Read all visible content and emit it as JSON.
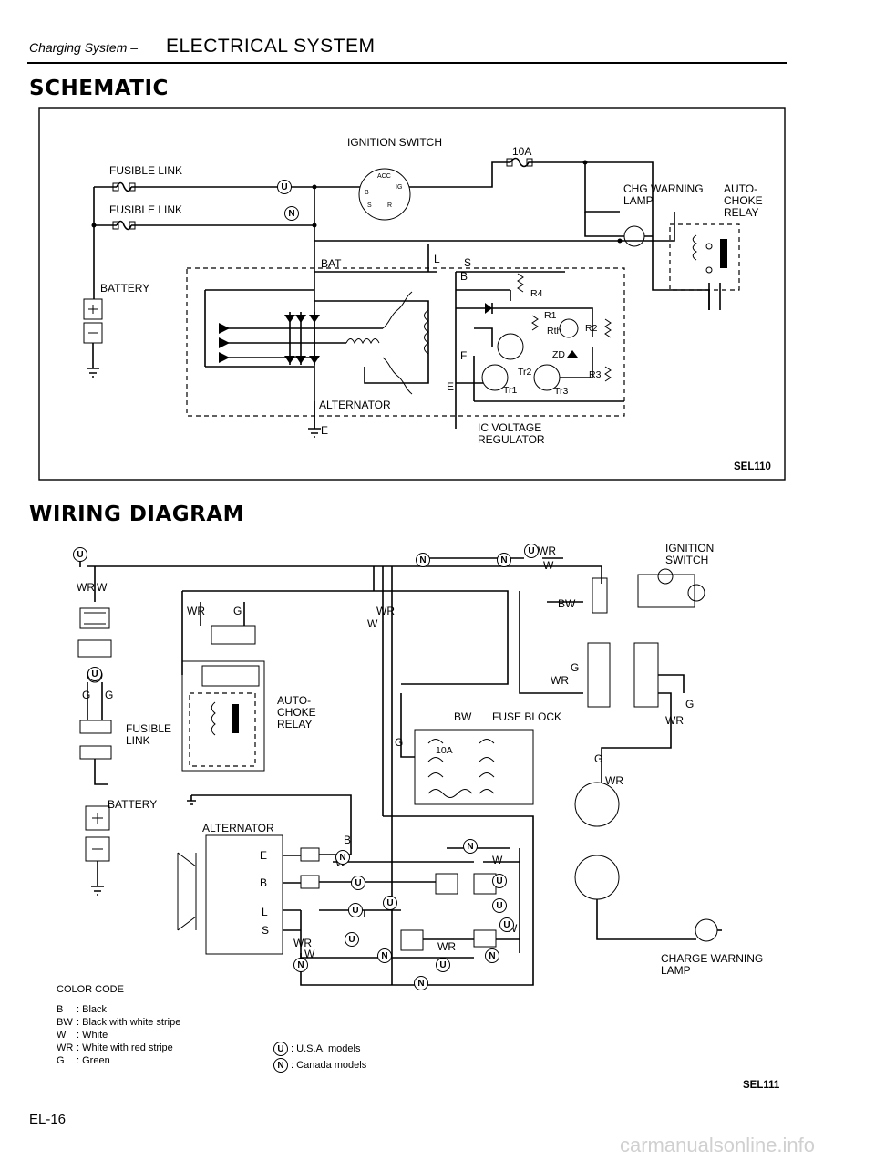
{
  "header": {
    "section_small": "Charging System –",
    "section_big": "ELECTRICAL SYSTEM",
    "page_number": "EL-16"
  },
  "schematic": {
    "title": "SCHEMATIC",
    "fig_code": "SEL110",
    "labels": {
      "ignition_switch": "IGNITION SWITCH",
      "fusible_link_1": "FUSIBLE LINK",
      "fusible_link_2": "FUSIBLE LINK",
      "battery": "BATTERY",
      "fuse_10a": "10A",
      "chg_warning_lamp": "CHG WARNING\nLAMP",
      "auto_choke_relay": "AUTO-\nCHOKE\nRELAY",
      "bat": "BAT",
      "alternator": "ALTERNATOR",
      "e": "E",
      "ic_voltage_regulator": "IC VOLTAGE\nREGULATOR",
      "l": "L",
      "s": "S",
      "b": "B",
      "f": "F",
      "e2": "E",
      "r1": "R1",
      "r2": "R2",
      "r3": "R3",
      "r4": "R4",
      "rth": "Rth",
      "zd": "ZD",
      "tr1": "Tr1",
      "tr2": "Tr2",
      "tr3": "Tr3",
      "acc": "ACC",
      "ig": "IG",
      "st": "S",
      "r": "R",
      "b2": "B",
      "u": "U",
      "n": "N"
    }
  },
  "wiring": {
    "title": "WIRING DIAGRAM",
    "fig_code": "SEL111",
    "labels": {
      "ignition_switch": "IGNITION\nSWITCH",
      "auto_choke_relay": "AUTO-\nCHOKE\nRELAY",
      "fusible_link": "FUSIBLE\nLINK",
      "battery": "BATTERY",
      "alternator": "ALTERNATOR",
      "fuse_block": "FUSE BLOCK",
      "fuse_10a": "10A",
      "charge_warning_lamp": "CHARGE WARNING\nLAMP",
      "wr": "WR",
      "w": "W",
      "g": "G",
      "bw": "BW",
      "b": "B",
      "e": "E",
      "l": "L",
      "s": "S"
    },
    "color_code": {
      "title": "COLOR CODE",
      "items": [
        {
          "code": "B",
          "desc": "Black"
        },
        {
          "code": "BW",
          "desc": "Black with white stripe"
        },
        {
          "code": "W",
          "desc": "White"
        },
        {
          "code": "WR",
          "desc": "White with red stripe"
        },
        {
          "code": "G",
          "desc": "Green"
        }
      ]
    },
    "models": [
      {
        "symbol": "U",
        "desc": "U.S.A. models"
      },
      {
        "symbol": "N",
        "desc": "Canada models"
      }
    ]
  },
  "watermark": "carmanualsonline.info"
}
